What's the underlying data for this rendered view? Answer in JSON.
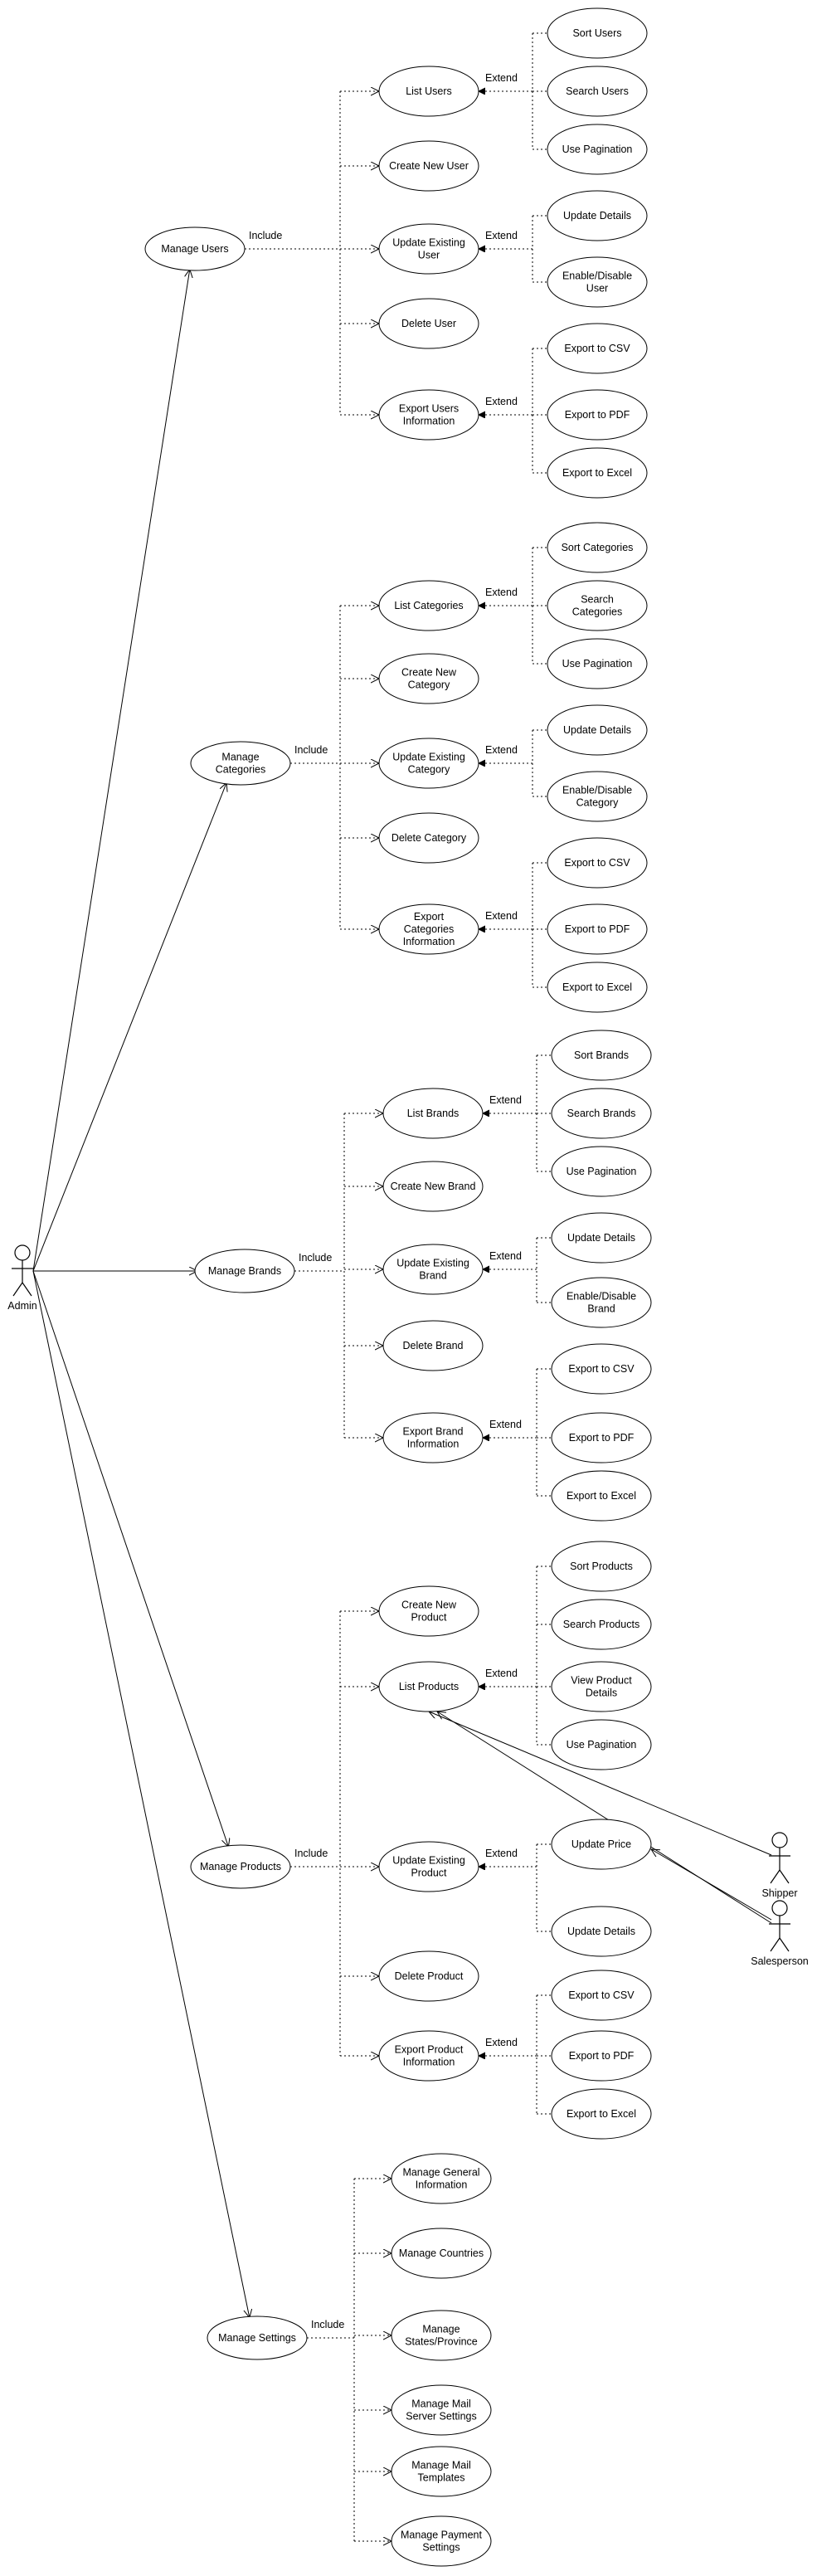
{
  "actors": {
    "admin": "Admin",
    "shipper": "Shipper",
    "salesperson": "Salesperson"
  },
  "labels": {
    "include": "Include",
    "extend": "Extend"
  },
  "groups": [
    {
      "main": "Manage Users",
      "uses": [
        {
          "label": "List Users",
          "extends": [
            "Sort Users",
            "Search Users",
            "Use Pagination"
          ]
        },
        {
          "label": "Create New User",
          "extends": []
        },
        {
          "label": "Update Existing User",
          "extends": [
            "Update Details",
            "Enable/Disable User"
          ]
        },
        {
          "label": "Delete User",
          "extends": []
        },
        {
          "label": "Export Users Information",
          "extends": [
            "Export to CSV",
            "Export to PDF",
            "Export to Excel"
          ]
        }
      ]
    },
    {
      "main": "Manage Categories",
      "uses": [
        {
          "label": "List Categories",
          "extends": [
            "Sort Categories",
            "Search Categories",
            "Use Pagination"
          ]
        },
        {
          "label": "Create New Category",
          "extends": []
        },
        {
          "label": "Update Existing Category",
          "extends": [
            "Update Details",
            "Enable/Disable Category"
          ]
        },
        {
          "label": "Delete Category",
          "extends": []
        },
        {
          "label": "Export Categories Information",
          "extends": [
            "Export to CSV",
            "Export to PDF",
            "Export to Excel"
          ]
        }
      ]
    },
    {
      "main": "Manage Brands",
      "uses": [
        {
          "label": "List Brands",
          "extends": [
            "Sort Brands",
            "Search Brands",
            "Use Pagination"
          ]
        },
        {
          "label": "Create New Brand",
          "extends": []
        },
        {
          "label": "Update Existing Brand",
          "extends": [
            "Update Details",
            "Enable/Disable Brand"
          ]
        },
        {
          "label": "Delete Brand",
          "extends": []
        },
        {
          "label": "Export Brand Information",
          "extends": [
            "Export to CSV",
            "Export to PDF",
            "Export to Excel"
          ]
        }
      ]
    },
    {
      "main": "Manage Products",
      "uses": [
        {
          "label": "Create New Product",
          "extends": []
        },
        {
          "label": "List  Products",
          "extends": [
            "Sort Products",
            "Search Products",
            "View Product Details",
            "Use Pagination"
          ]
        },
        {
          "label": "Update Existing Product",
          "extends": [
            "Update Price",
            "Update Details"
          ]
        },
        {
          "label": "Delete Product",
          "extends": []
        },
        {
          "label": "Export Product Information",
          "extends": [
            "Export to CSV",
            "Export to PDF",
            "Export to Excel"
          ]
        }
      ]
    },
    {
      "main": "Manage Settings",
      "uses": [
        {
          "label": "Manage General Information",
          "extends": []
        },
        {
          "label": "Manage Countries",
          "extends": []
        },
        {
          "label": "Manage States/Province",
          "extends": []
        },
        {
          "label": "Manage Mail Server Settings",
          "extends": []
        },
        {
          "label": "Manage Mail Templates",
          "extends": []
        },
        {
          "label": "Manage Payment Settings",
          "extends": []
        }
      ]
    }
  ]
}
